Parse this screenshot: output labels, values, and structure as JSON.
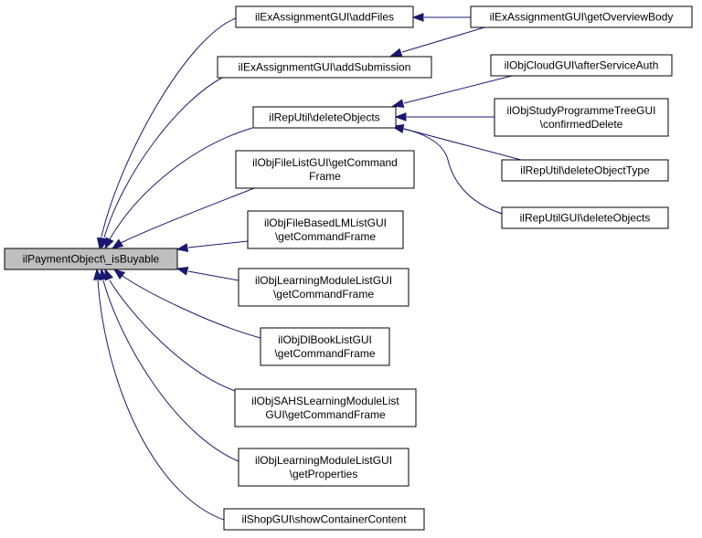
{
  "graph": {
    "edge_color": "#191970",
    "root_fill": "#bfbfbf",
    "nodes": [
      {
        "id": "root",
        "lines": [
          "ilPaymentObject\\_isBuyable"
        ],
        "root": true
      },
      {
        "id": "addFiles",
        "lines": [
          "ilExAssignmentGUI\\addFiles"
        ]
      },
      {
        "id": "addSubmission",
        "lines": [
          "ilExAssignmentGUI\\addSubmission"
        ]
      },
      {
        "id": "deleteObjects",
        "lines": [
          "ilRepUtil\\deleteObjects"
        ]
      },
      {
        "id": "fileList",
        "lines": [
          "ilObjFileListGUI\\getCommand",
          "Frame"
        ]
      },
      {
        "id": "fileBasedLM",
        "lines": [
          "ilObjFileBasedLMListGUI",
          "\\getCommandFrame"
        ]
      },
      {
        "id": "lmList",
        "lines": [
          "ilObjLearningModuleListGUI",
          "\\getCommandFrame"
        ]
      },
      {
        "id": "dlBook",
        "lines": [
          "ilObjDlBookListGUI",
          "\\getCommandFrame"
        ]
      },
      {
        "id": "sahs",
        "lines": [
          "ilObjSAHSLearningModuleList",
          "GUI\\getCommandFrame"
        ]
      },
      {
        "id": "lmProps",
        "lines": [
          "ilObjLearningModuleListGUI",
          "\\getProperties"
        ]
      },
      {
        "id": "shop",
        "lines": [
          "ilShopGUI\\showContainerContent"
        ]
      },
      {
        "id": "overview",
        "lines": [
          "ilExAssignmentGUI\\getOverviewBody"
        ]
      },
      {
        "id": "cloud",
        "lines": [
          "ilObjCloudGUI\\afterServiceAuth"
        ]
      },
      {
        "id": "studyProg",
        "lines": [
          "ilObjStudyProgrammeTreeGUI",
          "\\confirmedDelete"
        ]
      },
      {
        "id": "deleteType",
        "lines": [
          "ilRepUtil\\deleteObjectType"
        ]
      },
      {
        "id": "repUtilGUI",
        "lines": [
          "ilRepUtilGUI\\deleteObjects"
        ]
      }
    ]
  }
}
